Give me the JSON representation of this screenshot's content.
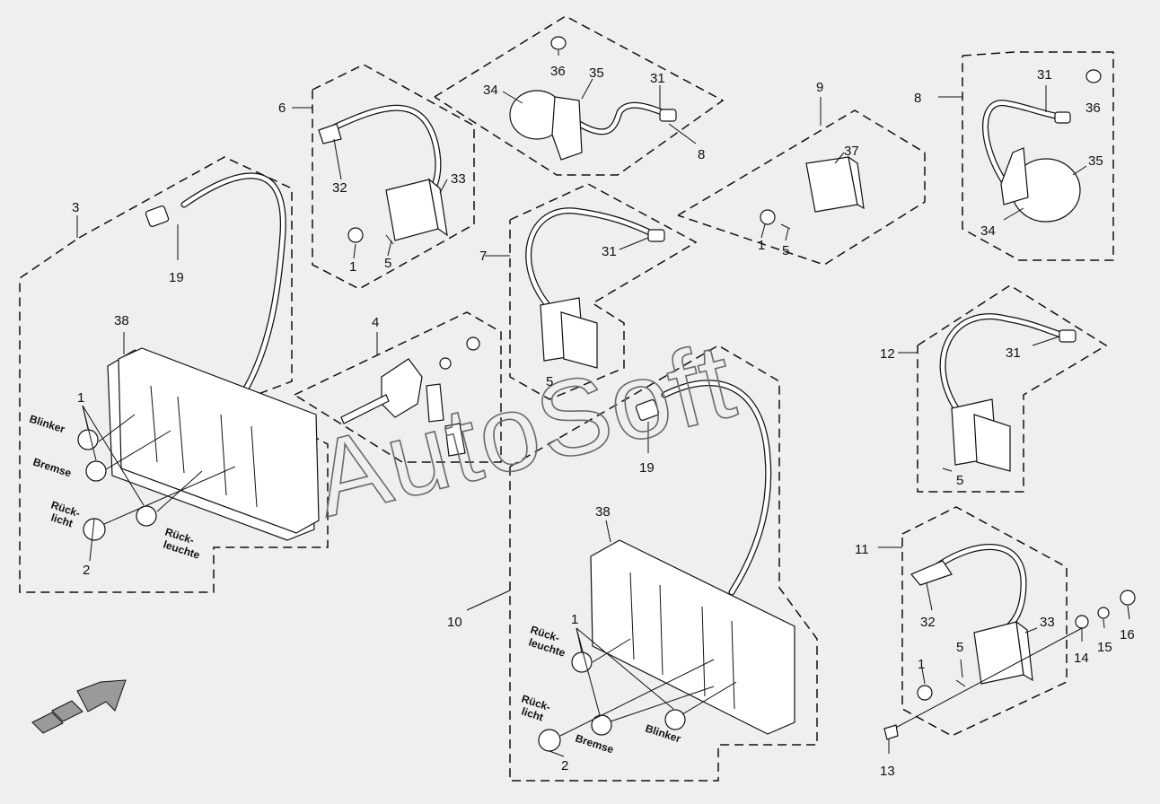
{
  "watermark": "AutoSoft",
  "colors": {
    "background": "#efefef",
    "line": "#111111",
    "watermark": "#6a6a6a",
    "arrow_fill": "#9a9a9a"
  },
  "labels": {
    "n1": "1",
    "n2": "2",
    "n3": "3",
    "n4": "4",
    "n5": "5",
    "n6": "6",
    "n7": "7",
    "n8": "8",
    "n9": "9",
    "n10": "10",
    "n11": "11",
    "n12": "12",
    "n13": "13",
    "n14": "14",
    "n15": "15",
    "n16": "16",
    "n19": "19",
    "n31": "31",
    "n32": "32",
    "n33": "33",
    "n34": "34",
    "n35": "35",
    "n36": "36",
    "n37": "37",
    "n38": "38"
  },
  "words": {
    "blinker": "Blinker",
    "bremse": "Bremse",
    "rueck": "Rück-",
    "licht": "licht",
    "leuchte": "leuchte"
  },
  "icons": [
    "direction-arrow-icon"
  ]
}
